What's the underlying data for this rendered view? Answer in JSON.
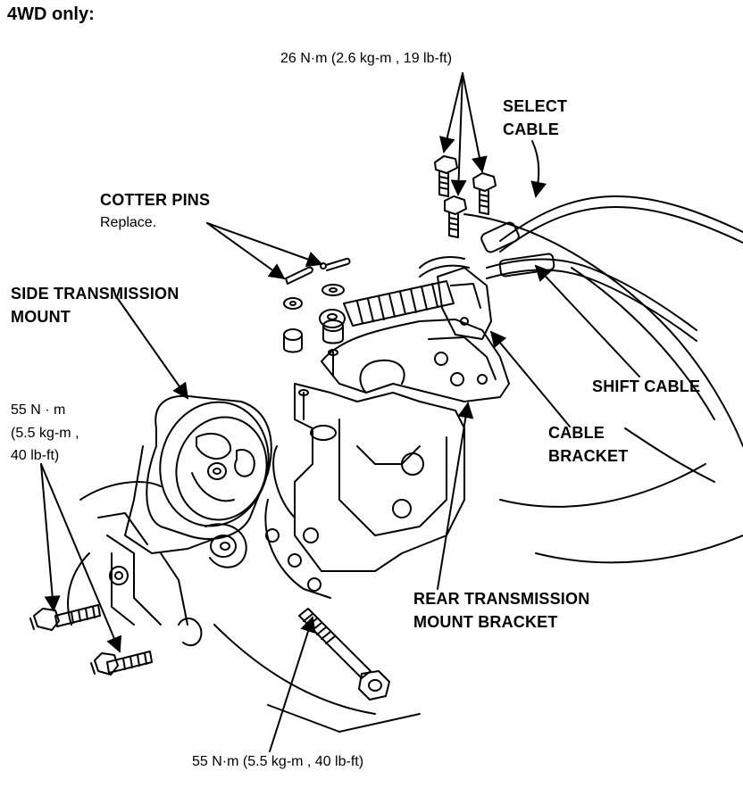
{
  "header": {
    "title": "4WD only:"
  },
  "torque": {
    "top": "26  N·m (2.6  kg-m , 19  lb-ft)",
    "left_line1": "55    N · m",
    "left_line2": "(5.5 kg-m ,",
    "left_line3": "40  lb-ft)",
    "bottom": "55  N·m (5.5  kg-m , 40  lb-ft)"
  },
  "labels": {
    "select_cable_line1": "SELECT",
    "select_cable_line2": "CABLE",
    "cotter_pins": "COTTER PINS",
    "cotter_pins_note": "Replace.",
    "side_mount_line1": "SIDE TRANSMISSION",
    "side_mount_line2": "MOUNT",
    "shift_cable": "SHIFT CABLE",
    "cable_bracket_line1": "CABLE",
    "cable_bracket_line2": "BRACKET",
    "rear_mount_line1": "REAR TRANSMISSION",
    "rear_mount_line2": "MOUNT BRACKET"
  }
}
